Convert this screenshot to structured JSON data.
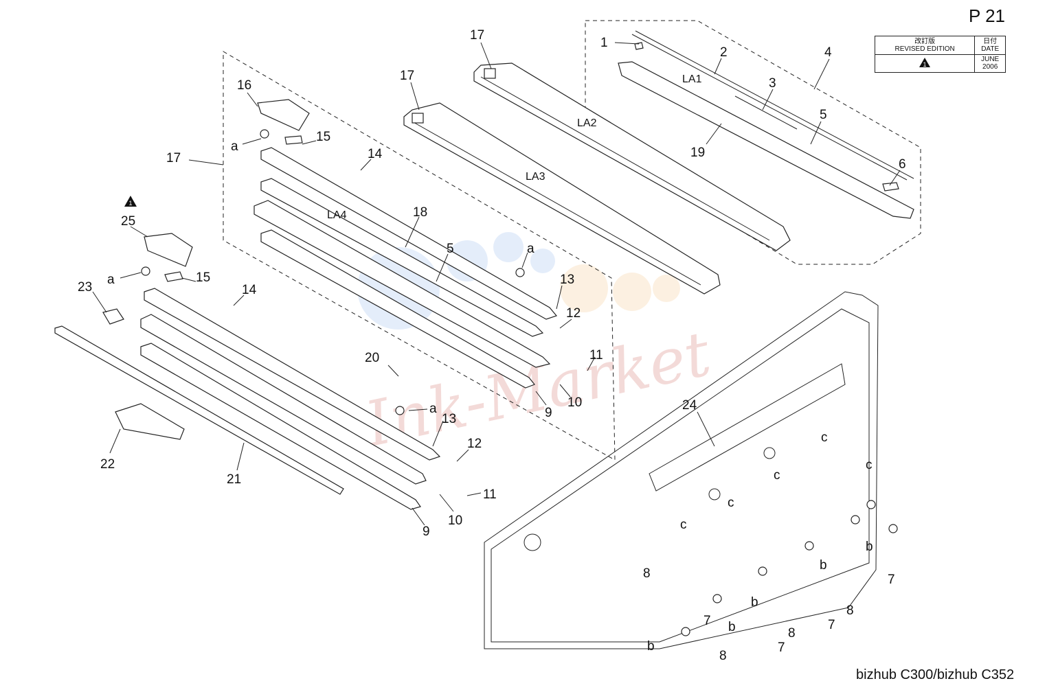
{
  "header": {
    "page_number": "P 21",
    "revision_table": {
      "col1_line1": "改訂版",
      "col1_line2": "REVISED EDITION",
      "col2_line1": "日付",
      "col2_line2": "DATE",
      "date_line1": "JUNE",
      "date_line2": "2006"
    }
  },
  "footer": {
    "model": "bizhub C300/bizhub C352"
  },
  "labels": {
    "l1": "1",
    "l2": "2",
    "l3": "3",
    "l4": "4",
    "l5a": "5",
    "l5b": "5",
    "l6": "6",
    "l7a": "7",
    "l7b": "7",
    "l7c": "7",
    "l7d": "7",
    "l8a": "8",
    "l8b": "8",
    "l8c": "8",
    "l8d": "8",
    "l9a": "9",
    "l9b": "9",
    "l10a": "10",
    "l10b": "10",
    "l11a": "11",
    "l11b": "11",
    "l12a": "12",
    "l12b": "12",
    "l13a": "13",
    "l13b": "13",
    "l14a": "14",
    "l14b": "14",
    "l15a": "15",
    "l15b": "15",
    "l16": "16",
    "l17a": "17",
    "l17b": "17",
    "l17c": "17",
    "l18": "18",
    "l19": "19",
    "l20": "20",
    "l21": "21",
    "l22": "22",
    "l23": "23",
    "l24": "24",
    "l25": "25",
    "la1": "LA1",
    "la2": "LA2",
    "la3": "LA3",
    "la4": "LA4",
    "a1": "a",
    "a2": "a",
    "a3": "a",
    "a4": "a",
    "b1": "b",
    "b2": "b",
    "b3": "b",
    "b4": "b",
    "b5": "b",
    "c1": "c",
    "c2": "c",
    "c3": "c",
    "c4": "c",
    "c5": "c"
  },
  "colors": {
    "line": "#222222",
    "watermark_blue": "#6f9ee8",
    "watermark_orange": "#f2b25c",
    "watermark_red": "#c0392b"
  }
}
